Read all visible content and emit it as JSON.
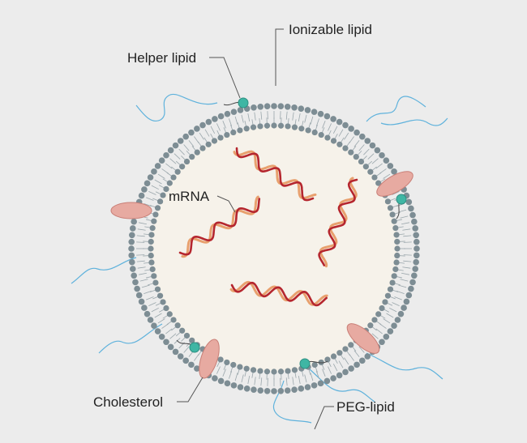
{
  "diagram": {
    "labels": {
      "ionizable_lipid": "Ionizable lipid",
      "helper_lipid": "Helper lipid",
      "mrna": "mRNA",
      "cholesterol": "Cholesterol",
      "peg_lipid": "PEG-lipid"
    },
    "colors": {
      "background": "#ececec",
      "core": "#f6f2ea",
      "head_group": "#7d8d94",
      "tail": "#9aa6ab",
      "helper_lipid": "#3fb6a4",
      "cholesterol": "#e7aaa1",
      "peg": "#5fb2dc",
      "mrna_dark": "#b5262e",
      "mrna_light": "#e8a06e",
      "leader": "#555555"
    }
  }
}
